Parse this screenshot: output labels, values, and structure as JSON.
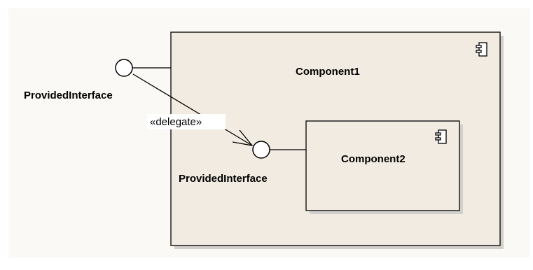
{
  "diagram": {
    "background_color": "#fbf9f6",
    "component_fill": "#f1ebe1",
    "component_shadow": "#d2d0cc",
    "line_color": "#000000",
    "outer_component": {
      "name": "Component1",
      "icon": "component-icon"
    },
    "inner_component": {
      "name": "Component2",
      "icon": "component-icon"
    },
    "outer_interface": {
      "label": "ProvidedInterface",
      "icon": "provided-interface-lollipop"
    },
    "inner_interface": {
      "label": "ProvidedInterface",
      "icon": "provided-interface-lollipop"
    },
    "delegate_connector": {
      "stereotype": "«delegate»",
      "arrow": "open-arrowhead"
    }
  }
}
